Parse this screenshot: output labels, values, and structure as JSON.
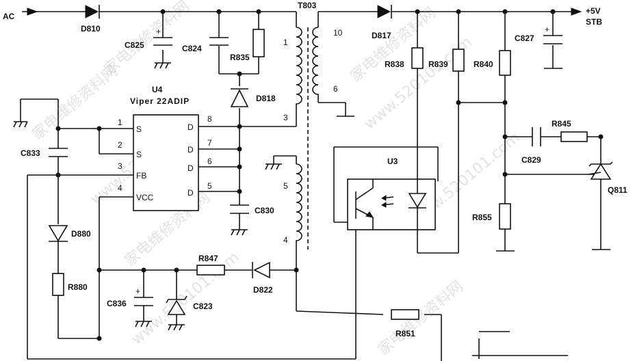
{
  "labels": {
    "ac": "AC",
    "out_voltage": "+5V",
    "out_name": "STB",
    "transformer": "T803",
    "ic_ref": "U4",
    "ic_part": "Viper 22ADIP",
    "opto": "U3",
    "pri_top": "1",
    "pri_bot": "3",
    "aux_top": "5",
    "aux_bot": "4",
    "sec_top": "10",
    "sec_bot": "6",
    "pins": [
      {
        "num": "1",
        "name": "S"
      },
      {
        "num": "2",
        "name": "S"
      },
      {
        "num": "3",
        "name": "FB"
      },
      {
        "num": "4",
        "name": "VCC"
      },
      {
        "num": "8",
        "name": "D"
      },
      {
        "num": "7",
        "name": "D"
      },
      {
        "num": "6",
        "name": "D"
      },
      {
        "num": "5",
        "name": "D"
      }
    ]
  },
  "components": {
    "D810": "D810",
    "C825": "C825",
    "C824": "C824",
    "R835": "R835",
    "D818": "D818",
    "C833": "C833",
    "D880": "D880",
    "R880": "R880",
    "C830": "C830",
    "C836": "C836",
    "C823": "C823",
    "R847": "R847",
    "D822": "D822",
    "D817": "D817",
    "R838": "R838",
    "R839": "R839",
    "R840": "R840",
    "C827": "C827",
    "R845": "R845",
    "C829": "C829",
    "Q811": "Q811",
    "R855": "R855",
    "R851": "R851"
  },
  "watermarks": [
    "家电维修资料网",
    "www.520101.com",
    "家电维修资料网",
    "www.520101.com",
    "家电维修资料网",
    "家电维修资料网",
    "www.520101.com",
    "www.520101.com",
    "家电维修资料网"
  ]
}
